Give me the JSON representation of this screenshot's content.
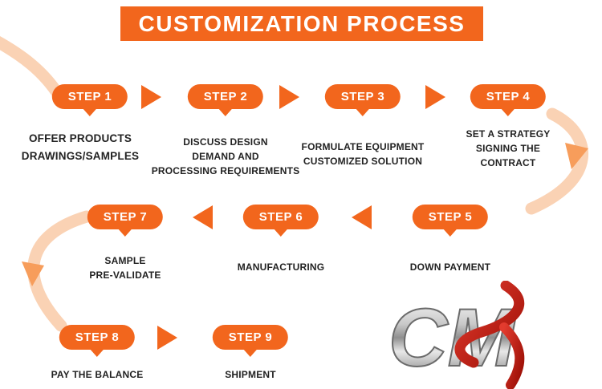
{
  "header": {
    "title": "CUSTOMIZATION PROCESS"
  },
  "steps": [
    {
      "label": "STEP 1",
      "desc": "OFFER PRODUCTS\nDRAWINGS/SAMPLES"
    },
    {
      "label": "STEP 2",
      "desc": "DISCUSS DESIGN\nDEMAND AND\nPROCESSING REQUIREMENTS"
    },
    {
      "label": "STEP 3",
      "desc": "FORMULATE EQUIPMENT\nCUSTOMIZED SOLUTION"
    },
    {
      "label": "STEP 4",
      "desc": "SET A STRATEGY\nSIGNING THE\nCONTRACT"
    },
    {
      "label": "STEP 5",
      "desc": "DOWN PAYMENT"
    },
    {
      "label": "STEP 6",
      "desc": "MANUFACTURING"
    },
    {
      "label": "STEP 7",
      "desc": "SAMPLE\nPRE-VALIDATE"
    },
    {
      "label": "STEP 8",
      "desc": "PAY THE BALANCE"
    },
    {
      "label": "STEP 9",
      "desc": "SHIPMENT"
    }
  ],
  "logo": {
    "text": "CM"
  },
  "colors": {
    "accent": "#f2661d",
    "flow_path_light": "#fad2b4",
    "flow_arrowhead": "#f79d5b",
    "text": "#222222"
  },
  "icons": {
    "flow_arrow_right": "right-triangle-arrow",
    "flow_arrow_left": "left-triangle-arrow",
    "curve_arrowhead": "down-curve-arrowhead"
  }
}
